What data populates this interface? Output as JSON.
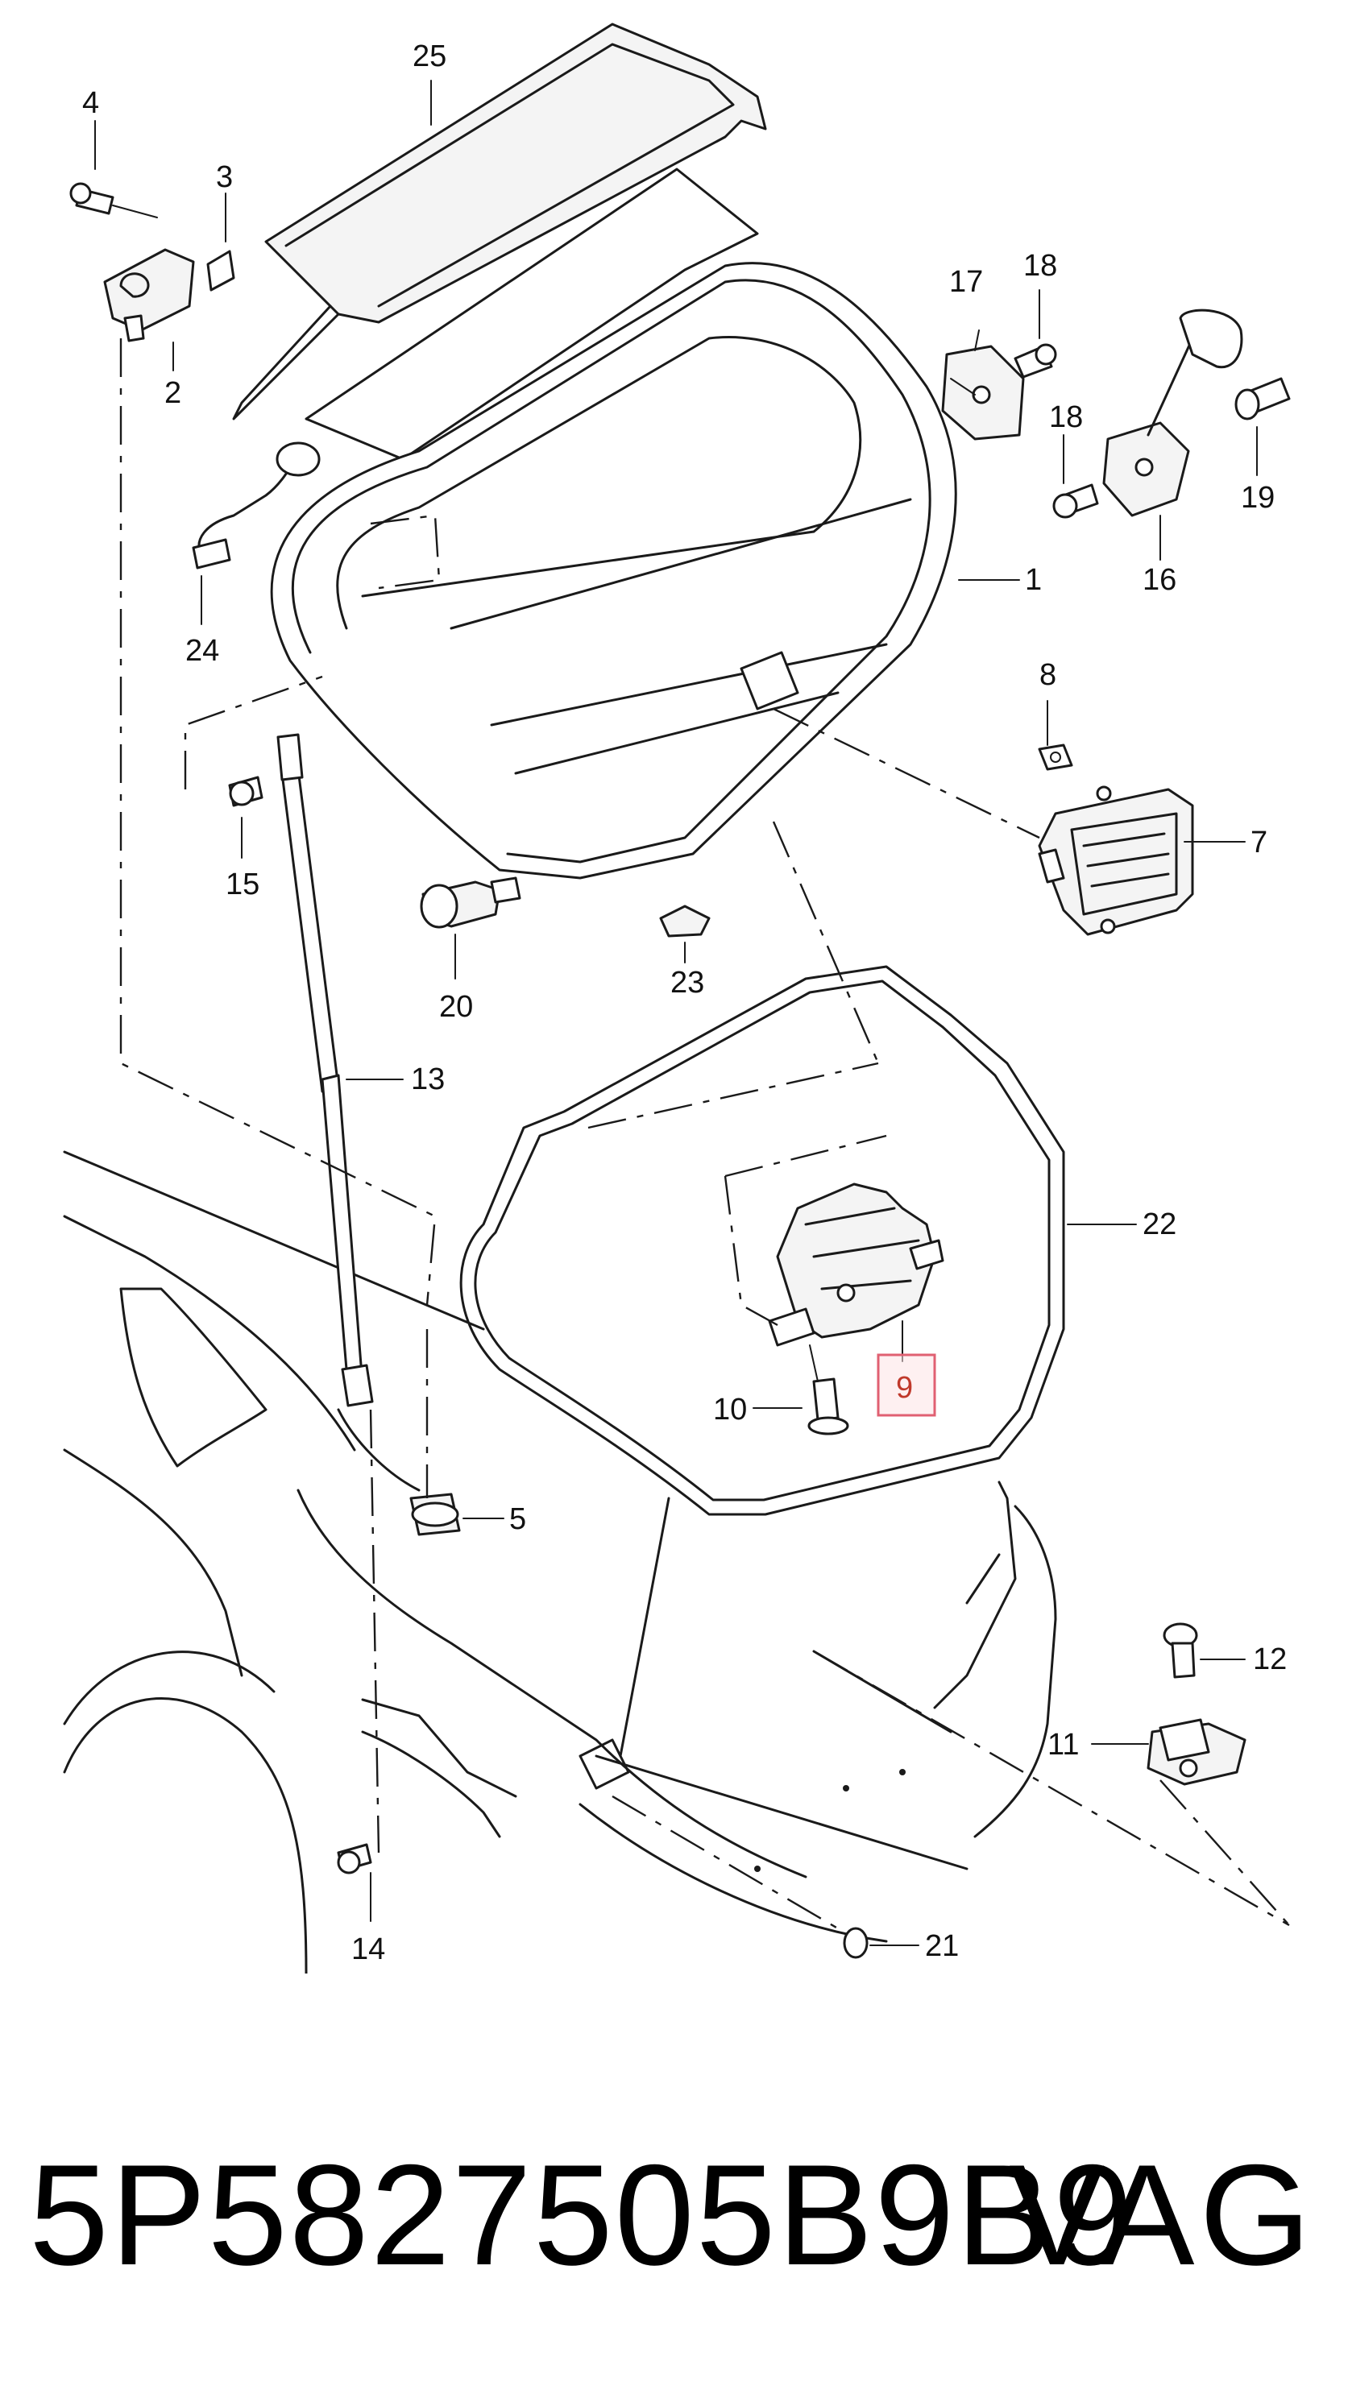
{
  "diagram": {
    "callouts": [
      {
        "id": "1",
        "label": "1"
      },
      {
        "id": "2",
        "label": "2"
      },
      {
        "id": "3",
        "label": "3"
      },
      {
        "id": "4",
        "label": "4"
      },
      {
        "id": "5",
        "label": "5"
      },
      {
        "id": "7",
        "label": "7"
      },
      {
        "id": "8",
        "label": "8"
      },
      {
        "id": "9",
        "label": "9",
        "highlighted": true
      },
      {
        "id": "10",
        "label": "10"
      },
      {
        "id": "11",
        "label": "11"
      },
      {
        "id": "12",
        "label": "12"
      },
      {
        "id": "13",
        "label": "13"
      },
      {
        "id": "14",
        "label": "14"
      },
      {
        "id": "15",
        "label": "15"
      },
      {
        "id": "16",
        "label": "16"
      },
      {
        "id": "17",
        "label": "17"
      },
      {
        "id": "18a",
        "label": "18"
      },
      {
        "id": "18b",
        "label": "18"
      },
      {
        "id": "19",
        "label": "19"
      },
      {
        "id": "20",
        "label": "20"
      },
      {
        "id": "21",
        "label": "21"
      },
      {
        "id": "22",
        "label": "22"
      },
      {
        "id": "23",
        "label": "23"
      },
      {
        "id": "24",
        "label": "24"
      },
      {
        "id": "25",
        "label": "25"
      }
    ],
    "highlight_color": "#e06072"
  },
  "footer": {
    "part_number": "5P5827505B9B9",
    "brand": "VAG"
  }
}
